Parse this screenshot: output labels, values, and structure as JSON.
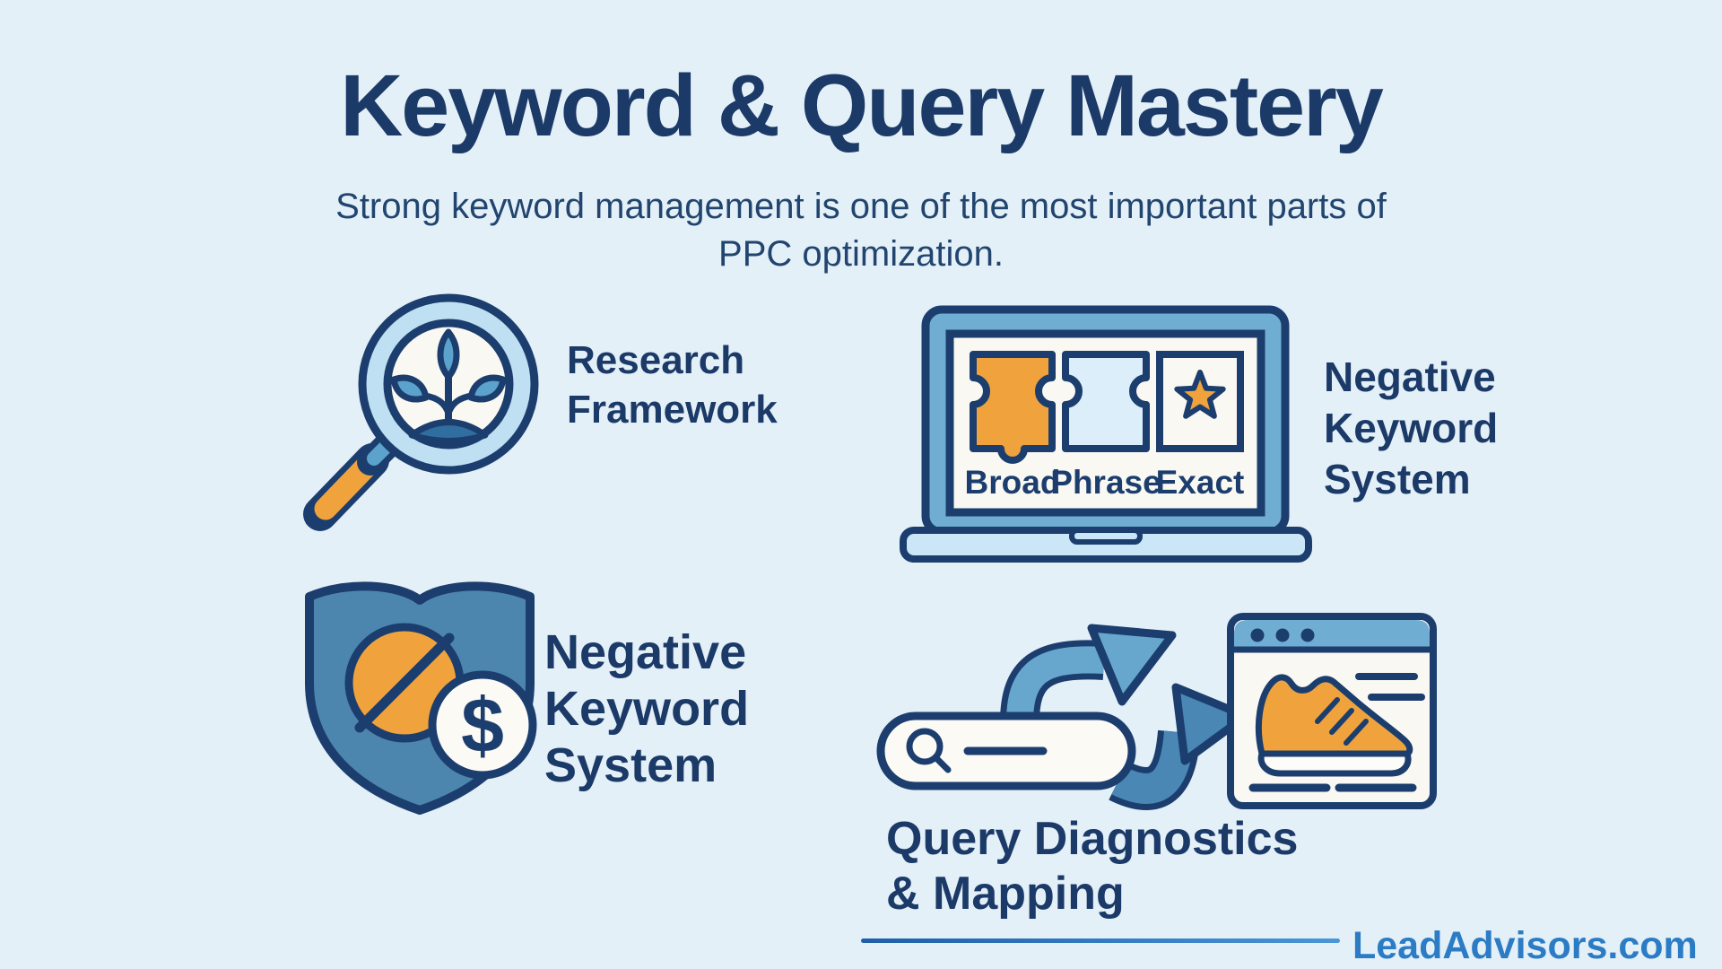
{
  "page": {
    "title": "Keyword & Query Mastery",
    "subtitle": "Strong keyword management is one of the most important parts of\nPPC optimization."
  },
  "colors": {
    "background": "#E4F0F8",
    "navy_outline": "#1C3E6E",
    "text_navy": "#1B3A68",
    "orange": "#F0A33C",
    "laptop_bezel_blue": "#6FADD3",
    "shield_blue": "#4C86AE",
    "laptop_base_blue": "#CBE6F6",
    "magnifier_ring_blue": "#BFE0F2",
    "leaf_blue": "#5BA3CC",
    "soil_blue": "#2F6E9E",
    "off_white": "#FAF8F2",
    "puzzle_light_blue": "#DCEEF9",
    "arrow_blue": "#67A7CE",
    "arrow_blue_dark": "#4A87B5",
    "brand_blue": "#2B7CC5"
  },
  "panels": {
    "research": {
      "label": "Research\nFramework"
    },
    "match_types": {
      "label": "Negative\nKeyword\nSystem",
      "laptop_labels": [
        "Broad",
        "Phrase",
        "Exact"
      ]
    },
    "negative_keywords": {
      "label": "Negative\nKeyword\nSystem",
      "dollar_sign": "$"
    },
    "query_mapping": {
      "label": "Query Diagnostics\n& Mapping"
    }
  },
  "footer": {
    "brand": "LeadAdvisors.com"
  }
}
